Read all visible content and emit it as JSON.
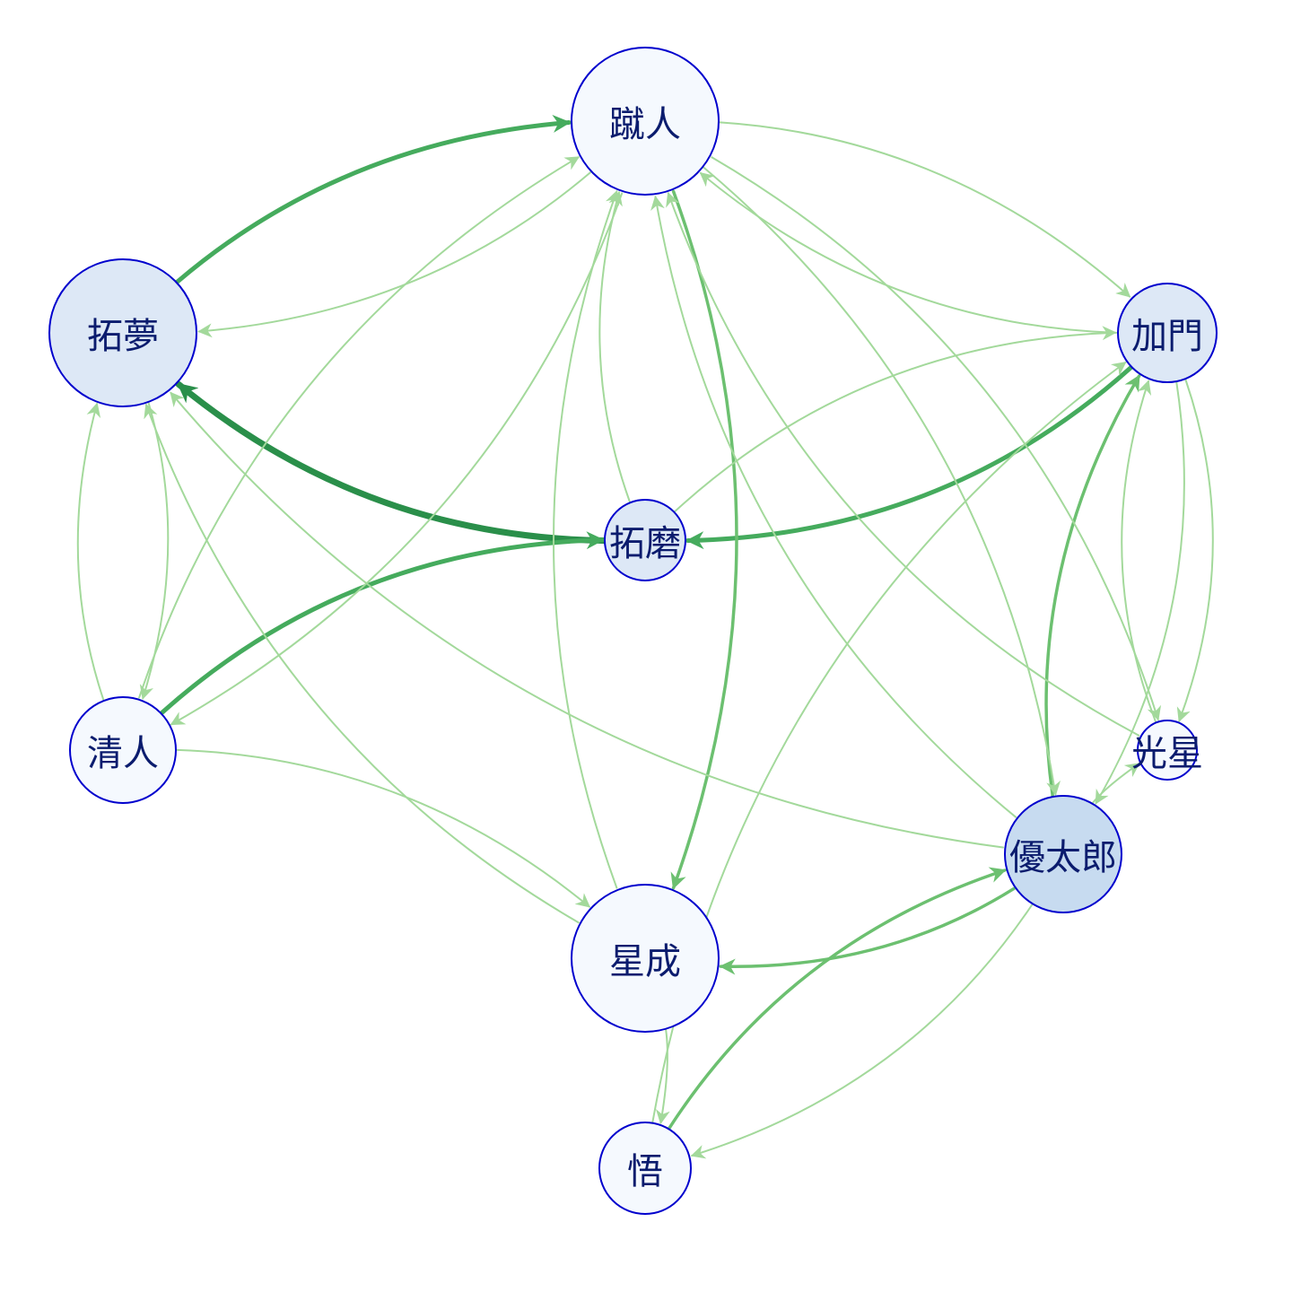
{
  "nodes": [
    {
      "id": "shujin",
      "label": "蹴人",
      "fill": "#f5f9fe"
    },
    {
      "id": "takumu",
      "label": "拓夢",
      "fill": "#dde8f6"
    },
    {
      "id": "kamon",
      "label": "加門",
      "fill": "#dde8f6"
    },
    {
      "id": "takuma",
      "label": "拓磨",
      "fill": "#dde8f6"
    },
    {
      "id": "kiyoto",
      "label": "清人",
      "fill": "#f5f9fe"
    },
    {
      "id": "kosei",
      "label": "光星",
      "fill": "#f5f9fe"
    },
    {
      "id": "yutaro",
      "label": "優太郎",
      "fill": "#c7dbf0"
    },
    {
      "id": "seisei",
      "label": "星成",
      "fill": "#f5f9fe"
    },
    {
      "id": "satoru",
      "label": "悟",
      "fill": "#f5f9fe"
    }
  ],
  "edges": [
    {
      "from": "takumu",
      "to": "shujin",
      "weight": 3
    },
    {
      "from": "shujin",
      "to": "takumu",
      "weight": 1
    },
    {
      "from": "takuma",
      "to": "takumu",
      "weight": 4
    },
    {
      "from": "kamon",
      "to": "takuma",
      "weight": 3
    },
    {
      "from": "kiyoto",
      "to": "takuma",
      "weight": 3
    },
    {
      "from": "shujin",
      "to": "seisei",
      "weight": 2
    },
    {
      "from": "yutaro",
      "to": "kamon",
      "weight": 2
    },
    {
      "from": "yutaro",
      "to": "seisei",
      "weight": 2
    },
    {
      "from": "satoru",
      "to": "yutaro",
      "weight": 2
    },
    {
      "from": "takumu",
      "to": "kiyoto",
      "weight": 1
    },
    {
      "from": "kiyoto",
      "to": "takumu",
      "weight": 1
    },
    {
      "from": "shujin",
      "to": "kiyoto",
      "weight": 1
    },
    {
      "from": "kiyoto",
      "to": "shujin",
      "weight": 1
    },
    {
      "from": "shujin",
      "to": "kamon",
      "weight": 1
    },
    {
      "from": "kamon",
      "to": "shujin",
      "weight": 1
    },
    {
      "from": "takuma",
      "to": "shujin",
      "weight": 1
    },
    {
      "from": "seisei",
      "to": "shujin",
      "weight": 1
    },
    {
      "from": "kosei",
      "to": "shujin",
      "weight": 1
    },
    {
      "from": "shujin",
      "to": "yutaro",
      "weight": 1
    },
    {
      "from": "yutaro",
      "to": "shujin",
      "weight": 1
    },
    {
      "from": "shujin",
      "to": "kosei",
      "weight": 1
    },
    {
      "from": "kamon",
      "to": "kosei",
      "weight": 1
    },
    {
      "from": "kosei",
      "to": "kamon",
      "weight": 1
    },
    {
      "from": "kamon",
      "to": "yutaro",
      "weight": 1
    },
    {
      "from": "takuma",
      "to": "kamon",
      "weight": 1
    },
    {
      "from": "satoru",
      "to": "kamon",
      "weight": 1
    },
    {
      "from": "yutaro",
      "to": "kosei",
      "weight": 1
    },
    {
      "from": "yutaro",
      "to": "takumu",
      "weight": 1
    },
    {
      "from": "seisei",
      "to": "takumu",
      "weight": 1
    },
    {
      "from": "kiyoto",
      "to": "seisei",
      "weight": 1
    },
    {
      "from": "seisei",
      "to": "satoru",
      "weight": 1
    },
    {
      "from": "yutaro",
      "to": "satoru",
      "weight": 1
    }
  ],
  "colors": {
    "node_border": "#0000cd",
    "label": "#0b1c6e",
    "edge_weight_1": "#a3d99b",
    "edge_weight_2": "#6cc070",
    "edge_weight_3": "#45ab5d",
    "edge_weight_4": "#2a8f4a"
  }
}
